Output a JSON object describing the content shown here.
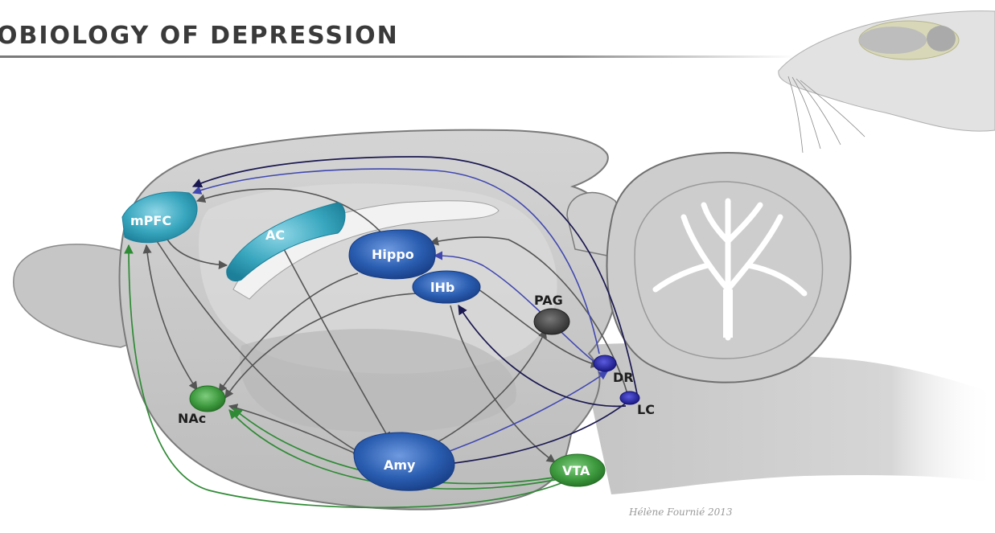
{
  "title": "OBIOLOGY OF DEPRESSION",
  "regions": {
    "mpfc": "mPFC",
    "ac": "AC",
    "hippo": "Hippo",
    "lhb": "lHb",
    "pag": "PAG",
    "dr": "DR",
    "lc": "LC",
    "nac": "NAc",
    "amy": "Amy",
    "vta": "VTA"
  },
  "signature": "Hélène Fournié 2013",
  "colors": {
    "cortex_cyan": "#39a7bf",
    "limbic_blue": "#2a5db0",
    "brainstem_navy": "#1b1a8a",
    "dopamine_green": "#3e9a3e",
    "gray_arrow": "#555555",
    "blue_arrow": "#4048b0",
    "navy_arrow": "#1a1850",
    "green_arrow": "#2f8a35"
  }
}
